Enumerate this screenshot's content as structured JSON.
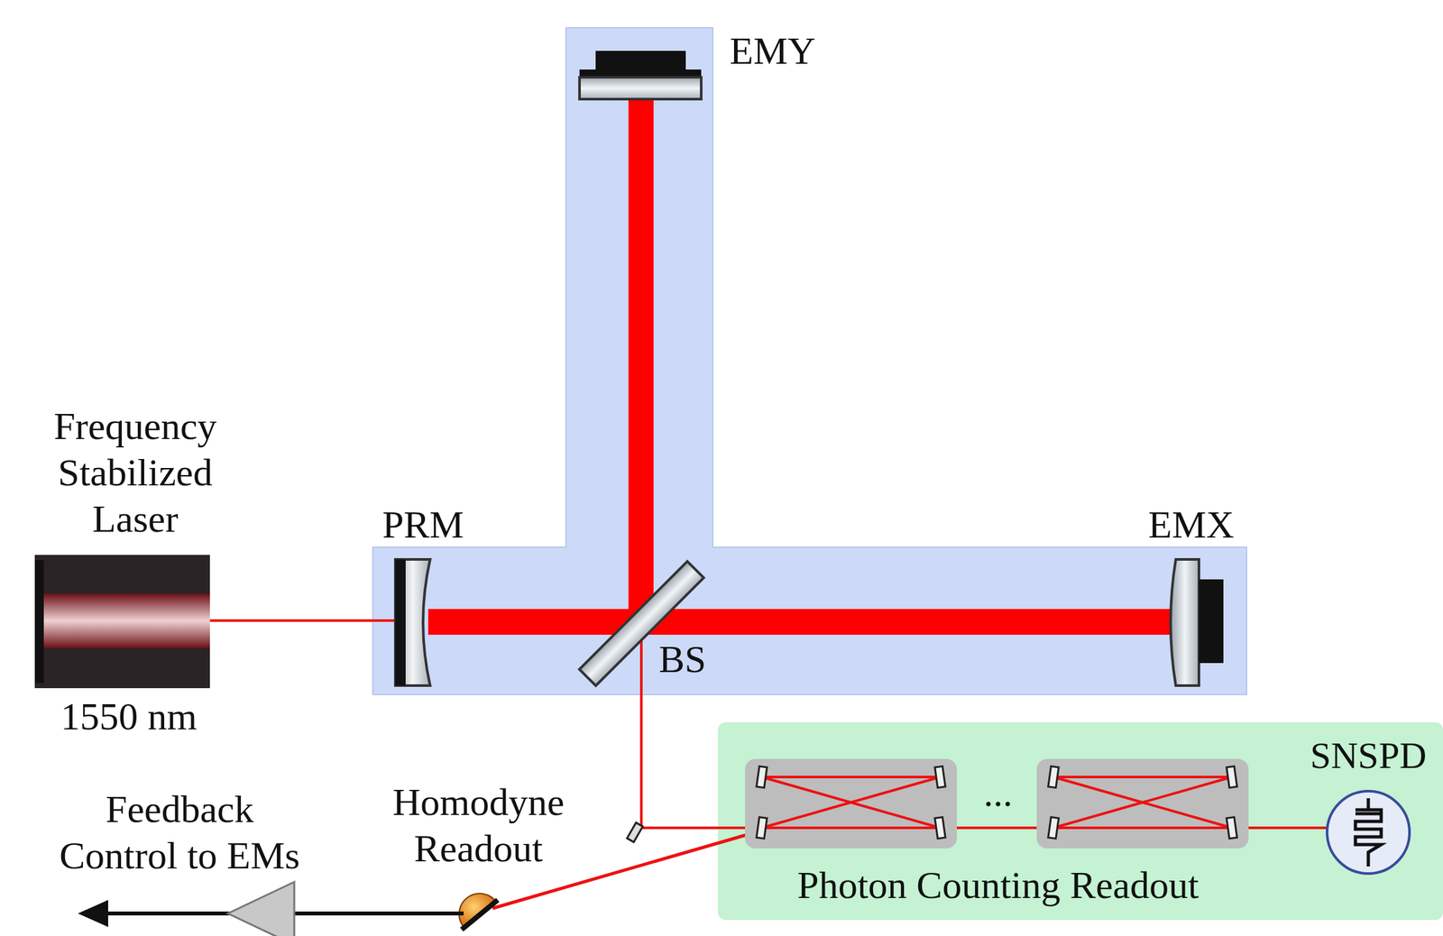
{
  "diagram": {
    "nodes": [
      {
        "text": [
          "Frequency Stabilized Laser",
          "1550 nm"
        ]
      },
      {
        "text": [
          "Photon Counting Readout"
        ]
      },
      {
        "text": [
          "SNSPD"
        ],
        "in": 1
      }
    ],
    "labels": [
      "EMY",
      "PRM",
      "EMX",
      "BS",
      "Feedback Control to EMs",
      "Homodyne Readout",
      "..."
    ]
  }
}
